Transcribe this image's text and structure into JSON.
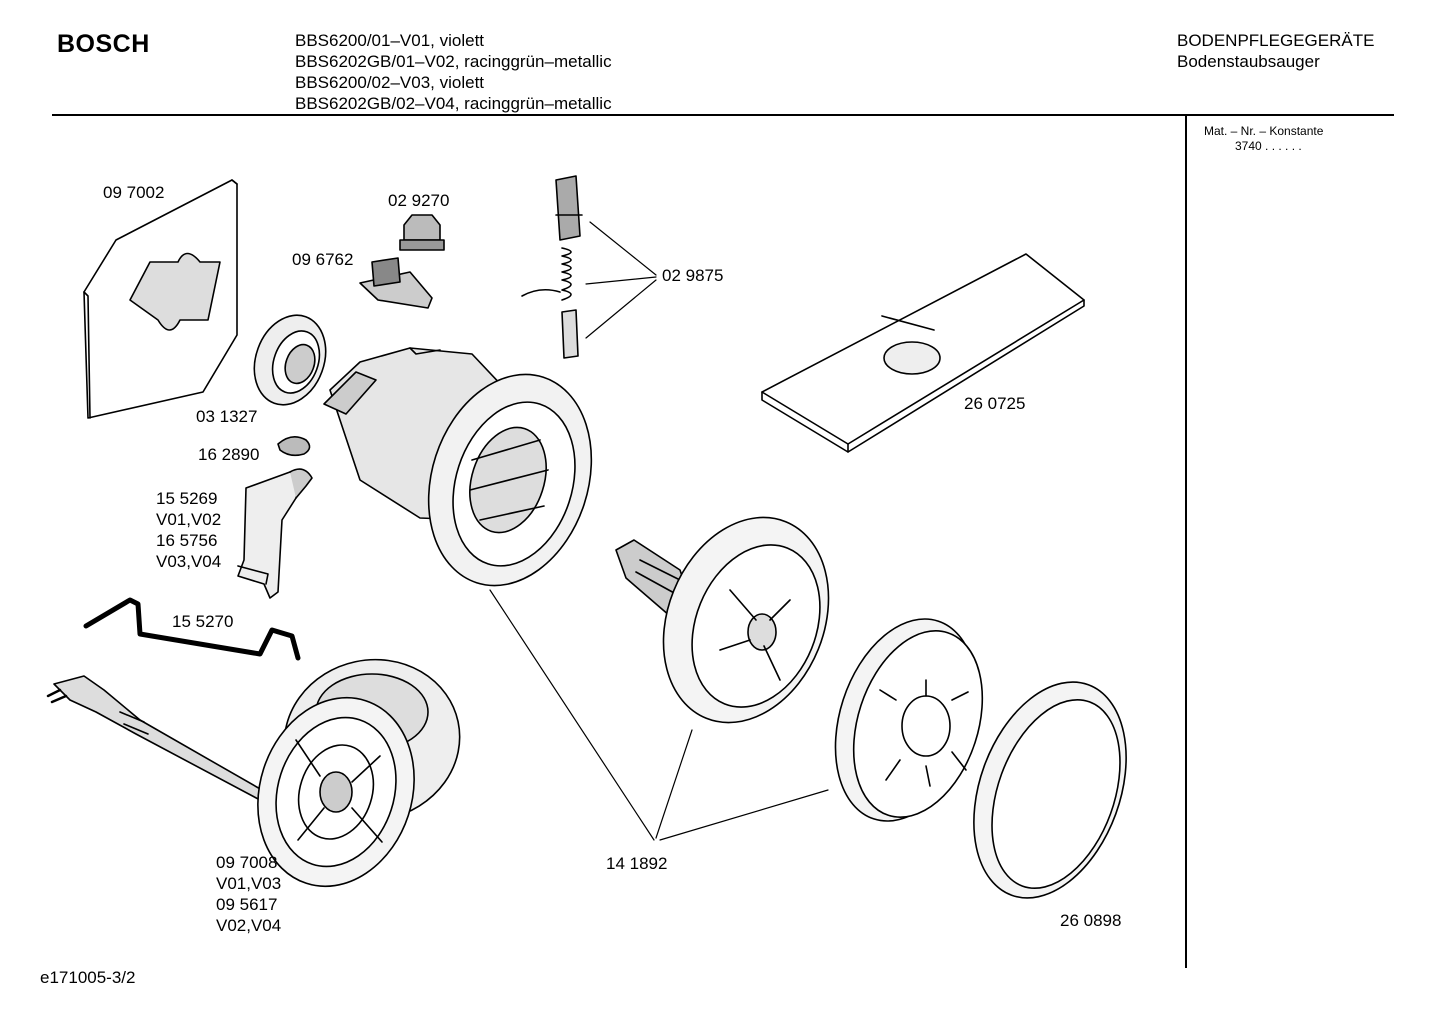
{
  "header": {
    "brand": "BOSCH",
    "models": [
      "BBS6200/01–V01, violett",
      "BBS6202GB/01–V02, racinggrün–metallic",
      "BBS6200/02–V03, violett",
      "BBS6202GB/02–V04, racinggrün–metallic"
    ],
    "category": "BODENPFLEGEGERÄTE",
    "subcategory": "Bodenstaubsauger"
  },
  "sidebar": {
    "mat_label": "Mat. – Nr. – Konstante",
    "mat_value": "3740  .  .   .  .  .  ."
  },
  "parts": {
    "p097002": "09 7002",
    "p029270": "02 9270",
    "p096762": "09 6762",
    "p029875": "02 9875",
    "p031327": "03 1327",
    "p162890": "16 2890",
    "p155269": "15 5269",
    "v01v02": "V01,V02",
    "p165756": "16 5756",
    "v03v04": "V03,V04",
    "p155270": "15 5270",
    "p260725": "26 0725",
    "p141892": "14 1892",
    "p097008": "09 7008",
    "v01v03": "V01,V03",
    "p095617": "09 5617",
    "v02v04": "V02,V04",
    "p260898": "26 0898"
  },
  "footer": {
    "doc_id": "e171005-3/2"
  }
}
